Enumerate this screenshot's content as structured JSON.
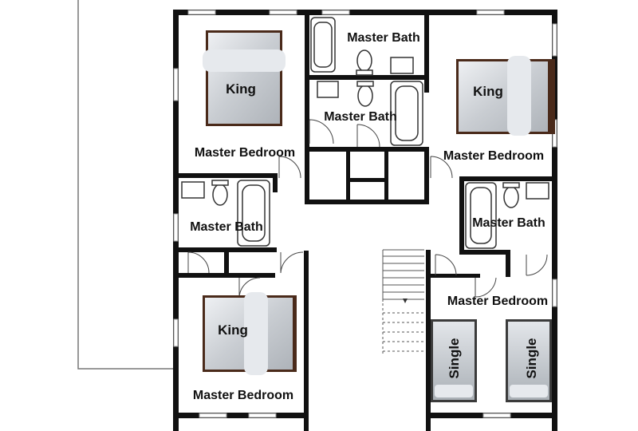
{
  "plan": {
    "labels": {
      "bath_top": "Master Bath",
      "bath_center": "Master Bath",
      "bath_left": "Master Bath",
      "bath_right": "Master Bath",
      "bed_top_left": "Master Bedroom",
      "bed_top_right": "Master Bedroom",
      "bed_bottom_left": "Master Bedroom",
      "bed_bottom_right": "Master Bedroom"
    },
    "beds": {
      "king_top_left": "King",
      "king_top_right": "King",
      "king_bottom_left": "King",
      "single_left": "Single",
      "single_right": "Single"
    },
    "colors": {
      "wall": "#111111",
      "bed_shade": "#c9cdd2",
      "headboard": "#4a2a1a",
      "single_frame": "#3b3b3b"
    }
  }
}
